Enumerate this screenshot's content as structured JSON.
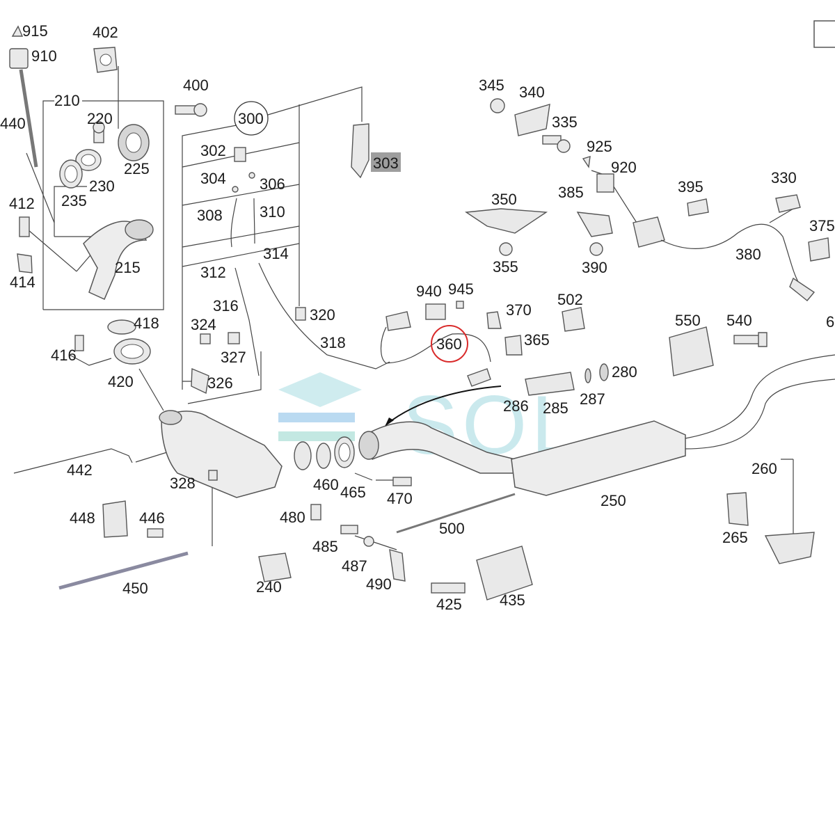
{
  "callouts": [
    {
      "text": "915"
    },
    {
      "text": "910"
    },
    {
      "text": "402"
    },
    {
      "text": "440"
    },
    {
      "text": "210"
    },
    {
      "text": "220"
    },
    {
      "text": "400"
    },
    {
      "text": "300"
    },
    {
      "text": "303"
    },
    {
      "text": "225"
    },
    {
      "text": "230"
    },
    {
      "text": "235"
    },
    {
      "text": "302"
    },
    {
      "text": "304"
    },
    {
      "text": "306"
    },
    {
      "text": "412"
    },
    {
      "text": "308"
    },
    {
      "text": "310"
    },
    {
      "text": "215"
    },
    {
      "text": "414"
    },
    {
      "text": "312"
    },
    {
      "text": "314"
    },
    {
      "text": "316"
    },
    {
      "text": "320"
    },
    {
      "text": "418"
    },
    {
      "text": "324"
    },
    {
      "text": "318"
    },
    {
      "text": "416"
    },
    {
      "text": "327"
    },
    {
      "text": "420"
    },
    {
      "text": "326"
    },
    {
      "text": "442"
    },
    {
      "text": "328"
    },
    {
      "text": "448"
    },
    {
      "text": "446"
    },
    {
      "text": "450"
    },
    {
      "text": "345"
    },
    {
      "text": "340"
    },
    {
      "text": "335"
    },
    {
      "text": "925"
    },
    {
      "text": "920"
    },
    {
      "text": "350"
    },
    {
      "text": "385"
    },
    {
      "text": "395"
    },
    {
      "text": "330"
    },
    {
      "text": "375"
    },
    {
      "text": "355"
    },
    {
      "text": "390"
    },
    {
      "text": "380"
    },
    {
      "text": "940"
    },
    {
      "text": "945"
    },
    {
      "text": "370"
    },
    {
      "text": "502"
    },
    {
      "text": "550"
    },
    {
      "text": "540"
    },
    {
      "text": "6"
    },
    {
      "text": "360"
    },
    {
      "text": "365"
    },
    {
      "text": "280"
    },
    {
      "text": "286"
    },
    {
      "text": "285"
    },
    {
      "text": "287"
    },
    {
      "text": "460"
    },
    {
      "text": "465"
    },
    {
      "text": "470"
    },
    {
      "text": "480"
    },
    {
      "text": "485"
    },
    {
      "text": "487"
    },
    {
      "text": "490"
    },
    {
      "text": "500"
    },
    {
      "text": "240"
    },
    {
      "text": "250"
    },
    {
      "text": "260"
    },
    {
      "text": "265"
    },
    {
      "text": "425"
    },
    {
      "text": "435"
    }
  ],
  "highlight_label": "303",
  "circled_label": "360",
  "watermark": "SOL",
  "colors": {
    "highlight_bg": "#9e9e9e",
    "circle": "#d92a2a",
    "watermark": "#9fd8e0",
    "arrow": "#111111"
  }
}
